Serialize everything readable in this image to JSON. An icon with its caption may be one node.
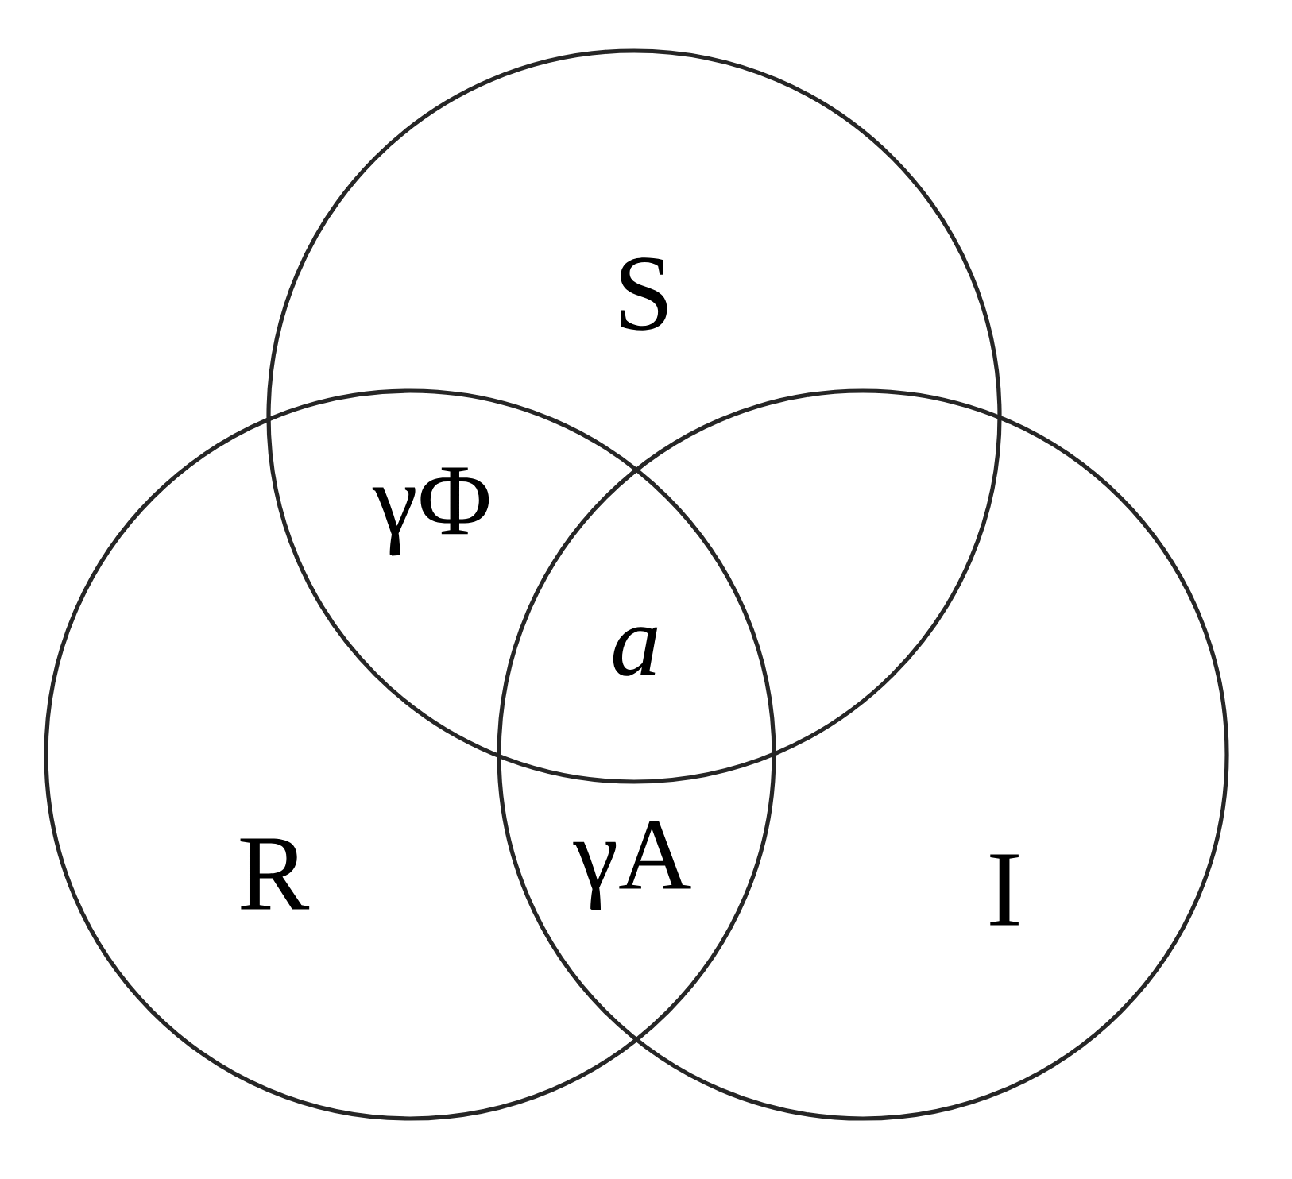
{
  "diagram": {
    "nodes": [
      {
        "text": [
          "S"
        ]
      },
      {
        "text": [
          "R"
        ]
      },
      {
        "text": [
          "I"
        ]
      }
    ],
    "labels": [
      "γΦ",
      "a",
      "γA"
    ]
  }
}
